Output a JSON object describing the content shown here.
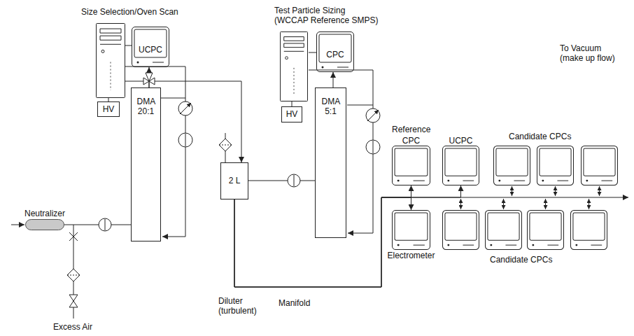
{
  "diagram": {
    "nodes": [
      {
        "text": [
          "HV"
        ]
      },
      {
        "text": [
          "UCPC"
        ]
      },
      {
        "text": [
          "DMA 20:1"
        ]
      },
      {
        "text": [
          "Neutralizer"
        ]
      },
      {
        "text": [
          "HV"
        ]
      },
      {
        "text": [
          "CPC"
        ]
      },
      {
        "text": [
          "DMA 5:1"
        ]
      },
      {
        "text": [
          "2 L"
        ]
      },
      {
        "text": [
          "CPC"
        ]
      },
      {
        "text": [
          "UCPC"
        ]
      },
      {
        "text": [
          "Electrometer"
        ]
      }
    ],
    "edges": [
      {
        "from": 3,
        "to": 2,
        "arrow": "none"
      },
      {
        "from": 2,
        "to": 1,
        "arrow": "to"
      },
      {
        "from": 2,
        "to": 7,
        "arrow": "to"
      },
      {
        "from": 7,
        "to": 6,
        "arrow": "none"
      },
      {
        "from": 6,
        "to": 5,
        "arrow": "to"
      },
      {
        "from": 7,
        "to": 8,
        "arrow": "to"
      },
      {
        "from": 7,
        "to": 9,
        "arrow": "to"
      },
      {
        "from": 7,
        "to": 10,
        "arrow": "to"
      }
    ],
    "labels": [
      "Size Selection/Oven Scan",
      "Test Particle Sizing (WCCAP Reference SMPS)",
      "Reference",
      "Candidate CPCs",
      "To Vacuum (make up flow)",
      "Excess Air",
      "Diluter (turbulent)",
      "Manifold",
      "Candidate CPCs"
    ]
  }
}
